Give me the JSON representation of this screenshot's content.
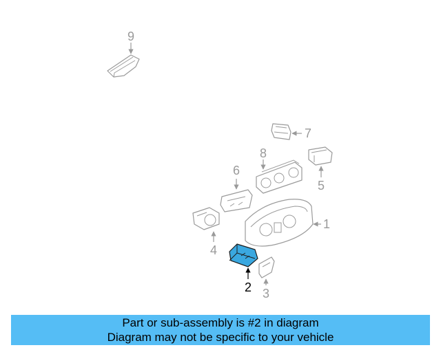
{
  "diagram": {
    "callouts": [
      "9",
      "7",
      "8",
      "5",
      "6",
      "1",
      "4",
      "2",
      "3"
    ],
    "highlighted_part": "2"
  },
  "banner": {
    "line1": "Part or sub-assembly is #2 in diagram",
    "line2": "Diagram may not be specific to your vehicle"
  },
  "colors": {
    "banner_background": "#55bdf5",
    "highlighted_part_fill": "#3aa8e0",
    "part_outline": "#9a9a9a"
  }
}
